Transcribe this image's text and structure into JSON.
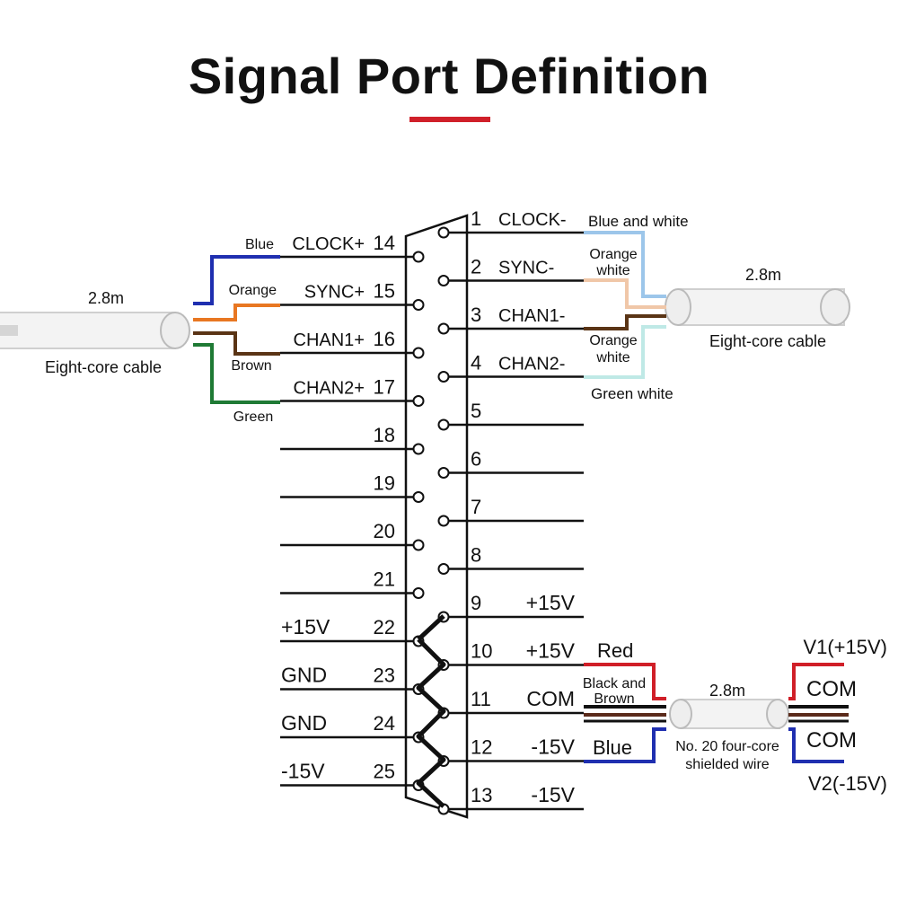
{
  "title": "Signal Port Definition",
  "colors": {
    "accent": "#d0202a",
    "wire": "#111111",
    "blue": "#1f2fb0",
    "orange": "#e87722",
    "brown": "#5a3415",
    "green": "#1f7a35",
    "blue_white": "#9cc6ea",
    "orange_white": "#f0c7a8",
    "green_white": "#bfe9e6",
    "red": "#d01f28"
  },
  "right_pins": [
    {
      "num": "1",
      "label": "CLOCK-"
    },
    {
      "num": "2",
      "label": "SYNC-"
    },
    {
      "num": "3",
      "label": "CHAN1-"
    },
    {
      "num": "4",
      "label": "CHAN2-"
    },
    {
      "num": "5",
      "label": ""
    },
    {
      "num": "6",
      "label": ""
    },
    {
      "num": "7",
      "label": ""
    },
    {
      "num": "8",
      "label": ""
    },
    {
      "num": "9",
      "label": "+15V"
    },
    {
      "num": "10",
      "label": "+15V"
    },
    {
      "num": "11",
      "label": "COM"
    },
    {
      "num": "12",
      "label": "-15V"
    },
    {
      "num": "13",
      "label": "-15V"
    }
  ],
  "left_pins": [
    {
      "num": "14",
      "label": "CLOCK+"
    },
    {
      "num": "15",
      "label": "SYNC+"
    },
    {
      "num": "16",
      "label": "CHAN1+"
    },
    {
      "num": "17",
      "label": "CHAN2+"
    },
    {
      "num": "18",
      "label": ""
    },
    {
      "num": "19",
      "label": ""
    },
    {
      "num": "20",
      "label": ""
    },
    {
      "num": "21",
      "label": ""
    },
    {
      "num": "22",
      "label": "+15V"
    },
    {
      "num": "23",
      "label": "GND"
    },
    {
      "num": "24",
      "label": "GND"
    },
    {
      "num": "25",
      "label": "-15V"
    }
  ],
  "left_cable": {
    "length": "2.8m",
    "name": "Eight-core cable",
    "wires": {
      "blue": "Blue",
      "orange": "Orange",
      "brown": "Brown",
      "green": "Green"
    }
  },
  "right_cable": {
    "length": "2.8m",
    "name": "Eight-core cable",
    "wires": {
      "blue_white": "Blue and white",
      "orange_white_1": "Orange",
      "orange_white_2": "white",
      "brown_white_1": "Orange",
      "brown_white_2": "white",
      "green_white": "Green white"
    }
  },
  "power_cable": {
    "length": "2.8m",
    "red": "Red",
    "black_brown_1": "Black and",
    "black_brown_2": "Brown",
    "blue": "Blue",
    "name_1": "No. 20 four-core",
    "name_2": "shielded wire",
    "v1": "V1(+15V)",
    "com_1": "COM",
    "com_2": "COM",
    "v2": "V2(-15V)"
  }
}
